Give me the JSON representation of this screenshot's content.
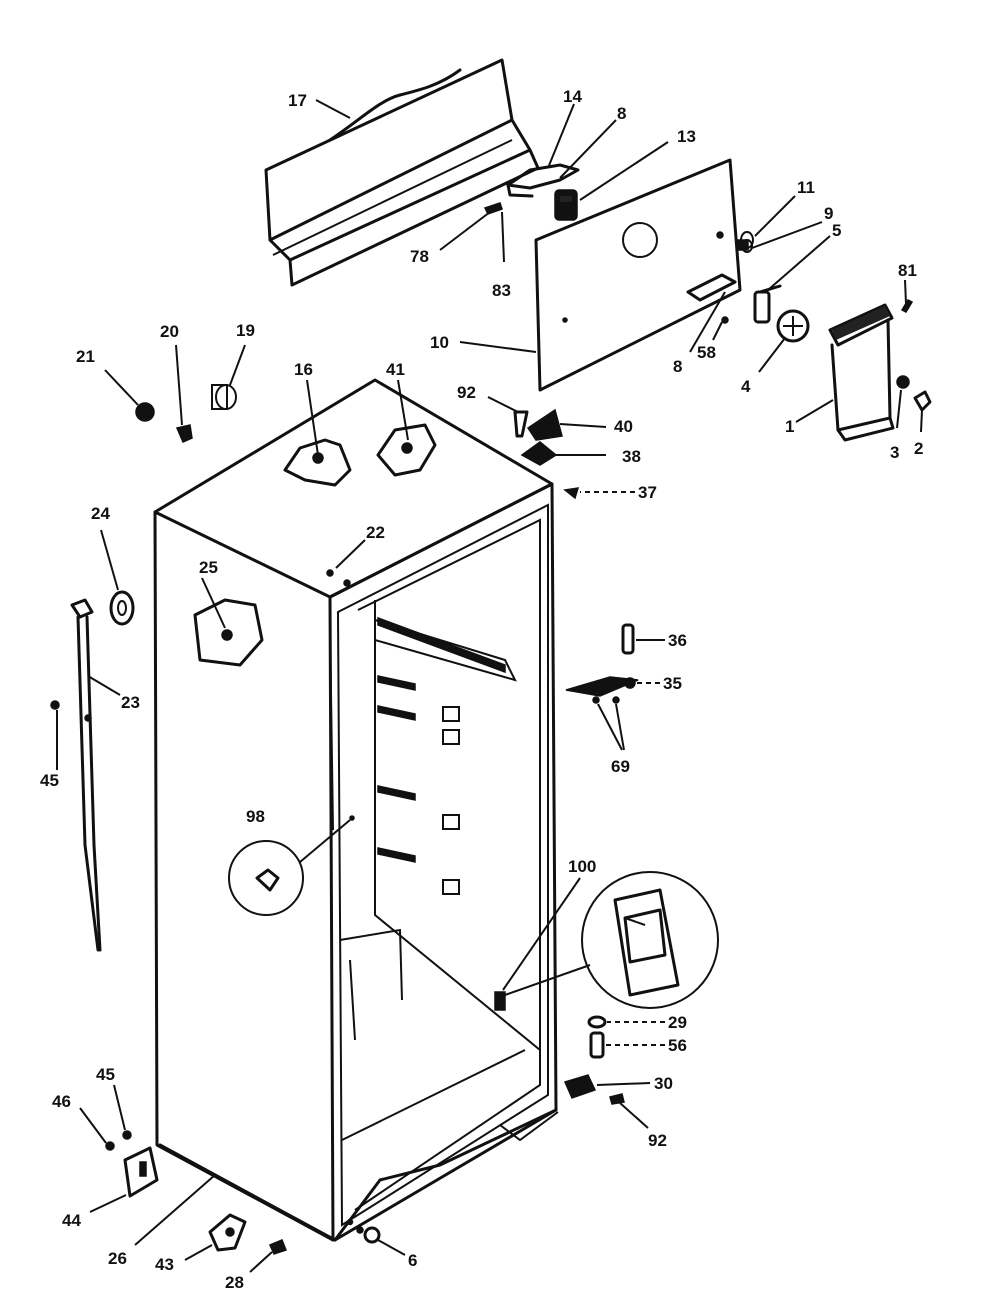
{
  "callouts": {
    "c17": "17",
    "c14": "14",
    "c8a": "8",
    "c13": "13",
    "c11": "11",
    "c9": "9",
    "c5": "5",
    "c81": "81",
    "c78": "78",
    "c83": "83",
    "c10": "10",
    "c8b": "8",
    "c58": "58",
    "c4": "4",
    "c1": "1",
    "c3": "3",
    "c2": "2",
    "c21": "21",
    "c20": "20",
    "c19": "19",
    "c16": "16",
    "c41": "41",
    "c92a": "92",
    "c40": "40",
    "c38": "38",
    "c37": "37",
    "c22": "22",
    "c24": "24",
    "c25": "25",
    "c23": "23",
    "c45a": "45",
    "c36": "36",
    "c35": "35",
    "c69": "69",
    "c98": "98",
    "c100": "100",
    "c29": "29",
    "c56": "56",
    "c30": "30",
    "c92b": "92",
    "c45b": "45",
    "c46": "46",
    "c44": "44",
    "c26": "26",
    "c43": "43",
    "c28": "28",
    "c6": "6"
  }
}
